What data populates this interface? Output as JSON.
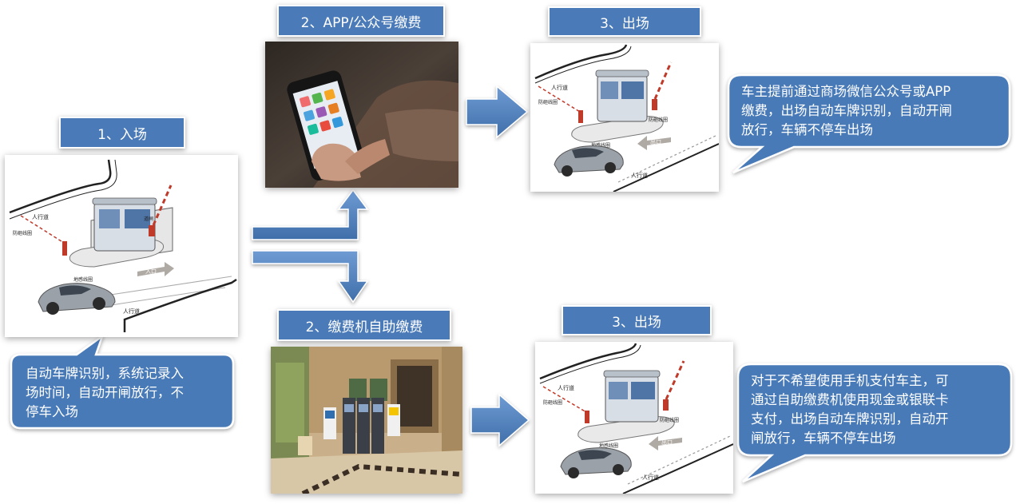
{
  "steps": {
    "entry_label": "1、入场",
    "app_pay_label": "2、APP/公众号缴费",
    "kiosk_pay_label": "2、缴费机自助缴费",
    "exit_top_label": "3、出场",
    "exit_bottom_label": "3、出场"
  },
  "captions": {
    "entry": [
      "自动车牌识别，系统记录入",
      "场时间，自动开闸放行，不",
      "停车入场"
    ],
    "app_exit": [
      "车主提前通过商场微信公众号或APP",
      "缴费，出场自动车牌识别，自动开闸",
      "放行，车辆不停车出场"
    ],
    "kiosk_exit": [
      "对于不希望使用手机支付车主，可",
      "通过自助缴费机使用现金或银联卡",
      "支付，出场自动车牌识别，自动开",
      "闸放行，车辆不停车出场"
    ]
  },
  "scene_labels": {
    "sidewalk": "人行道",
    "sidewalk2": "人行道",
    "loop_detector": "地感线圈",
    "anti_smash": "防砸线圈",
    "entrance": "入口",
    "exit": "出口",
    "camera": "道闸",
    "gate": "道闸"
  },
  "colors": {
    "accent": "#4a7ab8",
    "arrow": "#4a7ab8",
    "bubble_stroke": "#ffffff"
  }
}
